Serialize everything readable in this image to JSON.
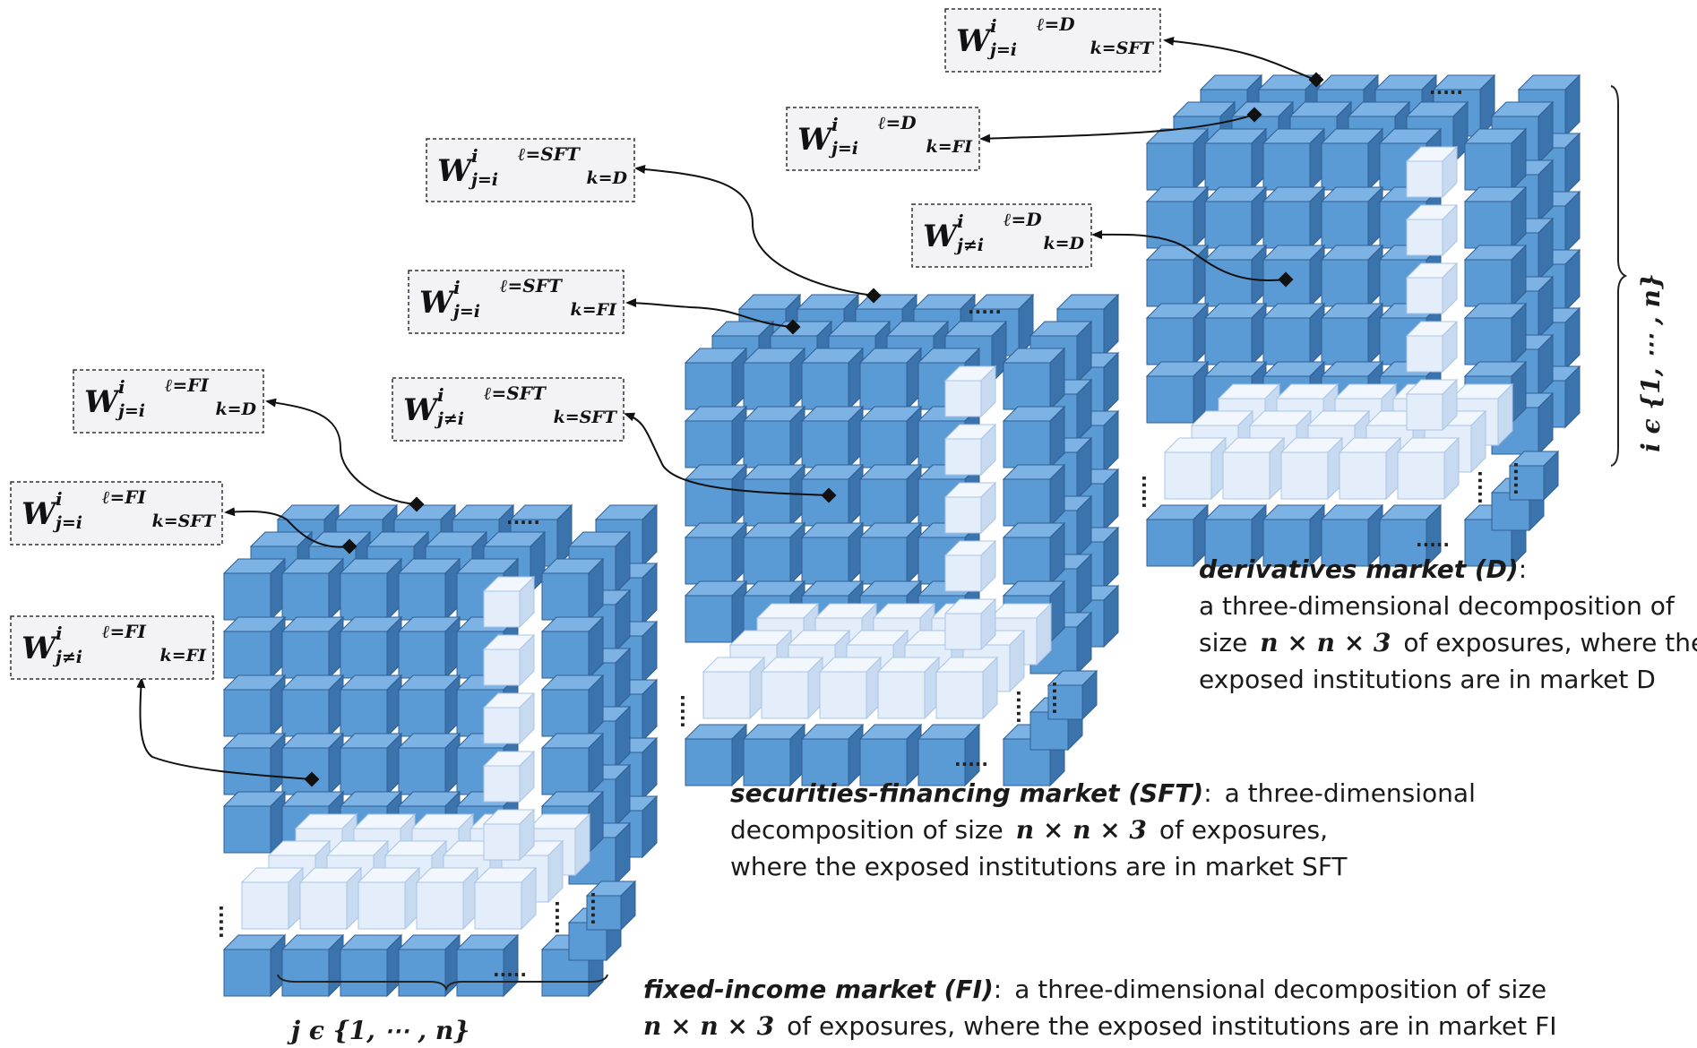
{
  "cubes": {
    "blue_front": "#5b9bd5",
    "blue_top": "#7cb2e4",
    "blue_side": "#3b73ad",
    "pale_front": "#e4eefa",
    "pale_top": "#f2f7fd",
    "pale_side": "#c8daf0"
  },
  "labels": [
    {
      "W": "W",
      "i": "i",
      "jsub": "j=i",
      "ell": "ℓ=D",
      "ksub": "k=SFT"
    },
    {
      "W": "W",
      "i": "i",
      "jsub": "j=i",
      "ell": "ℓ=D",
      "ksub": "k=FI"
    },
    {
      "W": "W",
      "i": "i",
      "jsub": "j≠i",
      "ell": "ℓ=D",
      "ksub": "k=D"
    },
    {
      "W": "W",
      "i": "i",
      "jsub": "j=i",
      "ell": "ℓ=SFT",
      "ksub": "k=D"
    },
    {
      "W": "W",
      "i": "i",
      "jsub": "j=i",
      "ell": "ℓ=SFT",
      "ksub": "k=FI"
    },
    {
      "W": "W",
      "i": "i",
      "jsub": "j≠i",
      "ell": "ℓ=SFT",
      "ksub": "k=SFT"
    },
    {
      "W": "W",
      "i": "i",
      "jsub": "j=i",
      "ell": "ℓ=FI",
      "ksub": "k=D"
    },
    {
      "W": "W",
      "i": "i",
      "jsub": "j=i",
      "ell": "ℓ=FI",
      "ksub": "k=SFT"
    },
    {
      "W": "W",
      "i": "i",
      "jsub": "j≠i",
      "ell": "ℓ=FI",
      "ksub": "k=FI"
    }
  ],
  "captions": {
    "d_title": "derivatives market (D)",
    "d_colon": ":",
    "d_line1": "a three-dimensional decomposition of",
    "d_size_pre": "size",
    "d_size_math": "n × n × 3",
    "d_size_post": "of exposures, where the",
    "d_line3": "exposed institutions are in market D",
    "sft_title": "securities-financing market (SFT)",
    "sft_colon": ":",
    "sft_line1_rest": "a three-dimensional",
    "sft_line2_pre": "decomposition of size",
    "sft_line2_math": "n × n × 3",
    "sft_line2_post": "of exposures,",
    "sft_line3": "where the exposed institutions are in market SFT",
    "fi_title": "fixed-income market (FI)",
    "fi_colon": ":",
    "fi_line1_rest": "a three-dimensional decomposition of size",
    "fi_line2_math": "n × n × 3",
    "fi_line2_post": "of exposures, where the exposed institutions are in market FI"
  },
  "axes": {
    "j_range": "j ϵ {1, ⋯ , n}",
    "i_range": "i ϵ {1, ⋯ , n}"
  },
  "ellipsis": "·····"
}
